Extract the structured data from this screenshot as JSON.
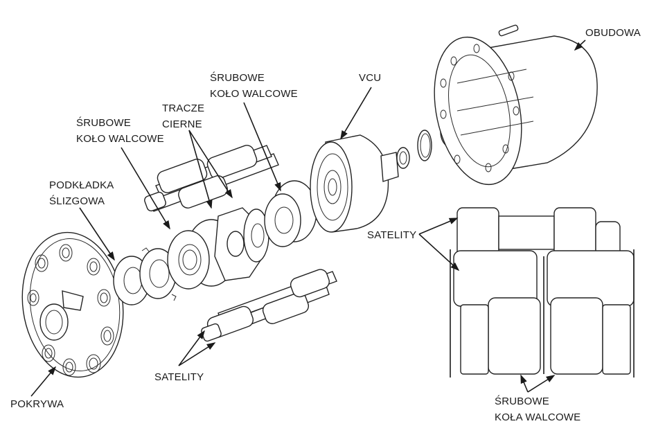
{
  "title": "Exploded view of a Torsen-type limited slip differential with VCU",
  "labels": {
    "obudowa": "OBUDOWA",
    "vcu": "VCU",
    "srubowe_top_1": "ŚRUBOWE",
    "srubowe_top_2": "KOŁO WALCOWE",
    "tracze_1": "TRACZE",
    "tracze_2": "CIERNE",
    "srubowe_left_1": "ŚRUBOWE",
    "srubowe_left_2": "KOŁO WALCOWE",
    "podkladka_1": "PODKŁADKA",
    "podkladka_2": "ŚLIZGOWA",
    "satelity_right": "SATELITY",
    "satelity_bottom": "SATELITY",
    "pokrywa": "POKRYWA",
    "srubowe_bottom_1": "ŚRUBOWE",
    "srubowe_bottom_2": "KOŁA WALCOWE"
  }
}
